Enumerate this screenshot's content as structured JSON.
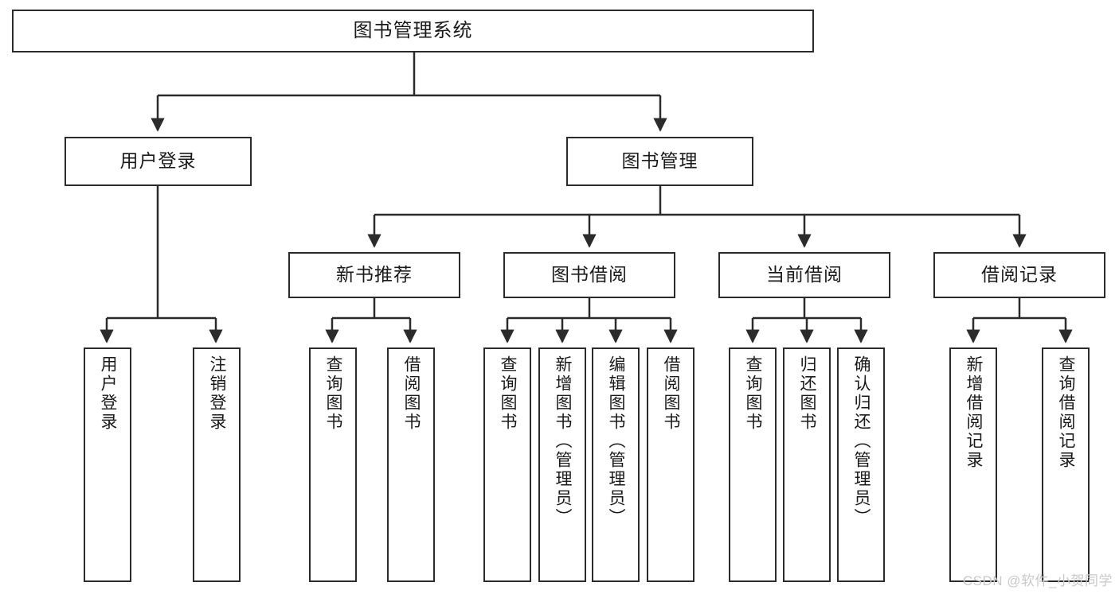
{
  "diagram": {
    "title": "图书管理系统",
    "type": "hierarchy-tree",
    "colors": {
      "box_border": "#2b2b2b",
      "box_fill": "#ffffff",
      "edge": "#2b2b2b",
      "text": "#1a1a1a",
      "watermark": "#c9c9c9",
      "background": "#ffffff"
    },
    "root": {
      "label": "图书管理系统"
    },
    "level2": [
      {
        "label": "用户登录"
      },
      {
        "label": "图书管理"
      }
    ],
    "level3": [
      {
        "label": "新书推荐"
      },
      {
        "label": "图书借阅"
      },
      {
        "label": "当前借阅"
      },
      {
        "label": "借阅记录"
      }
    ],
    "leaves": {
      "user_login": [
        {
          "label": "用户登录"
        },
        {
          "label": "注销登录"
        }
      ],
      "new_book_recommend": [
        {
          "label": "查询图书"
        },
        {
          "label": "借阅图书"
        }
      ],
      "book_borrow": [
        {
          "label": "查询图书"
        },
        {
          "label": "新增图书（管理员）"
        },
        {
          "label": "编辑图书（管理员）"
        },
        {
          "label": "借阅图书"
        }
      ],
      "current_borrow": [
        {
          "label": "查询图书"
        },
        {
          "label": "归还图书"
        },
        {
          "label": "确认归还（管理员）"
        }
      ],
      "borrow_record": [
        {
          "label": "新增借阅记录"
        },
        {
          "label": "查询借阅记录"
        }
      ]
    }
  },
  "watermark": {
    "text": "CSDN @软件_小贺同学"
  }
}
